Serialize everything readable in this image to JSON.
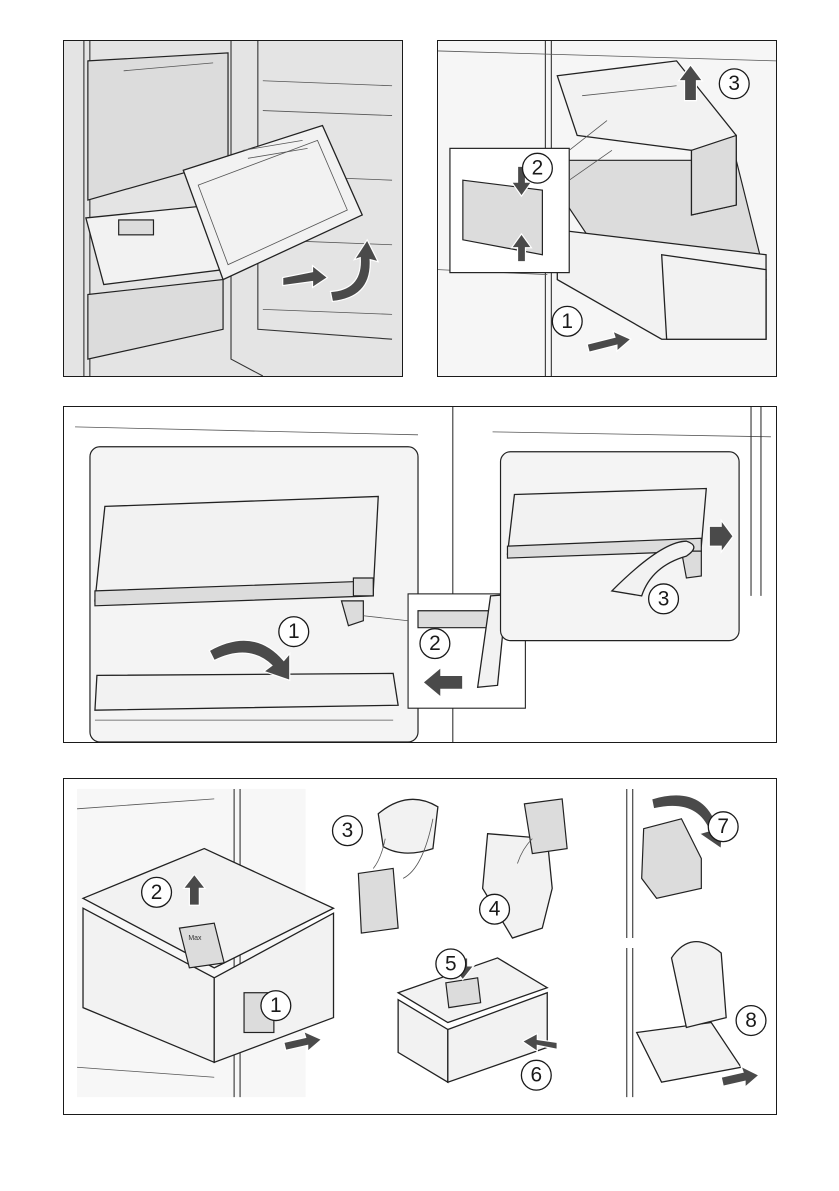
{
  "panels": {
    "p1": {
      "steps": []
    },
    "p2": {
      "steps": [
        "1",
        "2",
        "3"
      ]
    },
    "p3": {
      "steps": [
        "1",
        "2",
        "3"
      ]
    },
    "p4": {
      "steps": [
        "1",
        "2",
        "3",
        "4",
        "5",
        "6",
        "7",
        "8"
      ],
      "tray_label": "Max"
    }
  },
  "colors": {
    "line": "#1a1a1a",
    "shade": "#e4e4e4",
    "arrow": "#4a4a4a"
  }
}
